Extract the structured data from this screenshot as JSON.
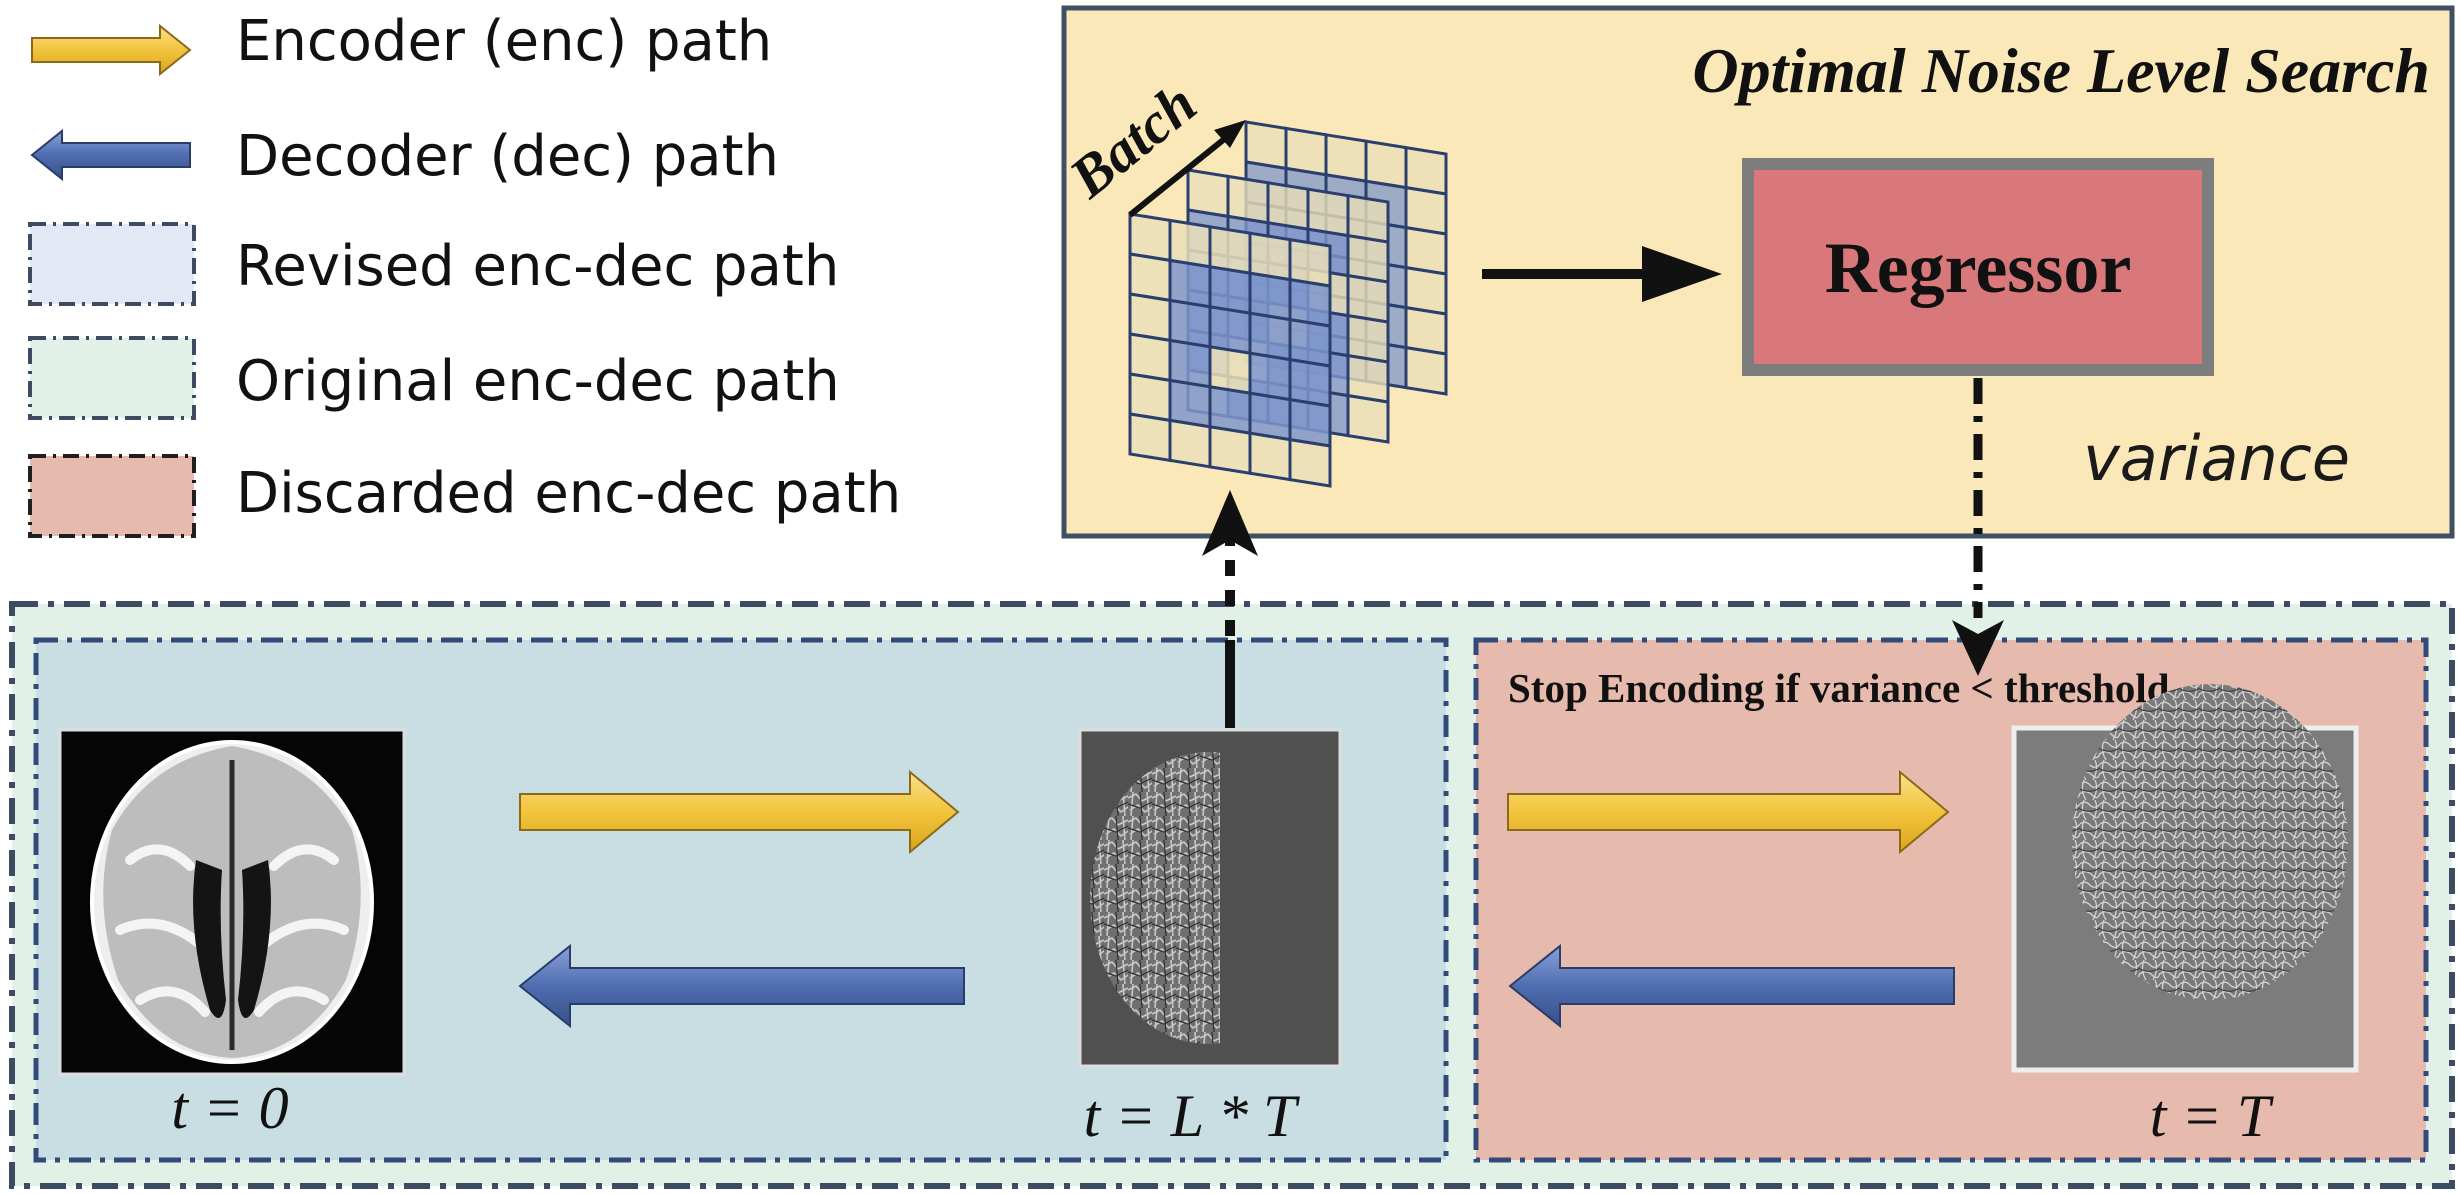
{
  "legend": {
    "items": [
      {
        "label": "Encoder (enc) path",
        "symbol": "yellow-arrow-right"
      },
      {
        "label": "Decoder (dec) path",
        "symbol": "blue-arrow-left"
      },
      {
        "label": "Revised enc-dec path",
        "symbol": "lightblue-dashed-box"
      },
      {
        "label": "Original enc-dec path",
        "symbol": "lightgreen-dashed-box"
      },
      {
        "label": "Discarded enc-dec path",
        "symbol": "pink-dashed-box"
      }
    ]
  },
  "search_panel": {
    "title": "Optimal Noise Level Search",
    "batch_label": "Batch",
    "regressor_label": "Regressor",
    "variance_label": "variance"
  },
  "revised_path": {
    "start_time": "t = 0",
    "mid_time": "t = L * T"
  },
  "discarded_path": {
    "condition": "Stop Encoding  if variance < threshold",
    "end_time": "t = T"
  },
  "colors": {
    "encoder_arrow": "#f2c43c",
    "decoder_arrow": "#4f6db0",
    "search_bg": "#fbe8b8",
    "regressor_fill": "#d8787a",
    "regressor_border": "#7d7d7d",
    "revised_bg": "#c9dee3",
    "original_bg": "#e2f1e8",
    "discarded_bg": "#e6bbad",
    "grid_cell_blue": "#7f97cc",
    "grid_cell_cream": "#e9dfb8"
  }
}
